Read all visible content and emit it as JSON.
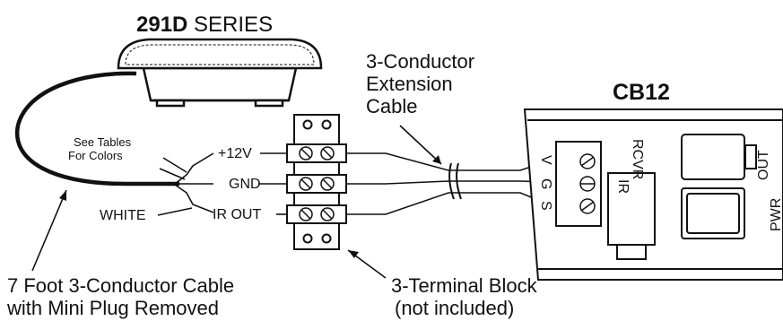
{
  "title": {
    "model": "291D",
    "suffix": " SERIES"
  },
  "extension_cable": {
    "line1": "3-Conductor",
    "line2": "Extension",
    "line3": "Cable"
  },
  "device_label": "CB12",
  "note": {
    "line1": "See Tables",
    "line2": "For Colors"
  },
  "terminals": {
    "t1": "+12V",
    "t2": "GND",
    "t3": "IR OUT"
  },
  "wire_label": "WHITE",
  "cable_callout": {
    "line1": "7 Foot 3-Conductor Cable",
    "line2": "with Mini Plug Removed"
  },
  "block_callout": {
    "line1": "3-Terminal Block",
    "line2": "(not included)"
  },
  "rcvr_labels": {
    "ir": "IR",
    "rcvr": "RCVR",
    "v": "V",
    "g": "G",
    "s": "S"
  },
  "out_label": "OUT",
  "pwr_label": "PWR"
}
